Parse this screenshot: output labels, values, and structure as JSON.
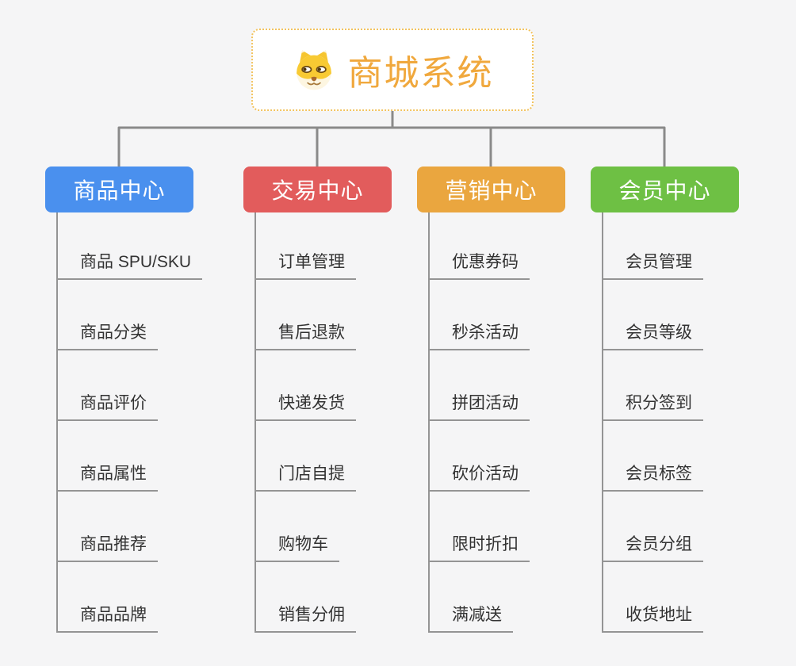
{
  "canvas": {
    "background_color": "#f5f5f6",
    "connector_color": "#8a8a8a",
    "leaf_line_color": "#949494",
    "leaf_text_color": "#333333"
  },
  "root": {
    "title": "商城系统",
    "icon": "dog-face-icon",
    "text_color": "#f0a83d",
    "border_color": "#f2c35e",
    "fill_color": "#ffffff"
  },
  "branches": [
    {
      "label": "商品中心",
      "color": "#4a90ee",
      "items": [
        "商品 SPU/SKU",
        "商品分类",
        "商品评价",
        "商品属性",
        "商品推荐",
        "商品品牌"
      ]
    },
    {
      "label": "交易中心",
      "color": "#e25c5c",
      "items": [
        "订单管理",
        "售后退款",
        "快递发货",
        "门店自提",
        "购物车",
        "销售分佣"
      ]
    },
    {
      "label": "营销中心",
      "color": "#eaa63f",
      "items": [
        "优惠券码",
        "秒杀活动",
        "拼团活动",
        "砍价活动",
        "限时折扣",
        "满减送"
      ]
    },
    {
      "label": "会员中心",
      "color": "#6ec044",
      "items": [
        "会员管理",
        "会员等级",
        "积分签到",
        "会员标签",
        "会员分组",
        "收货地址"
      ]
    }
  ]
}
